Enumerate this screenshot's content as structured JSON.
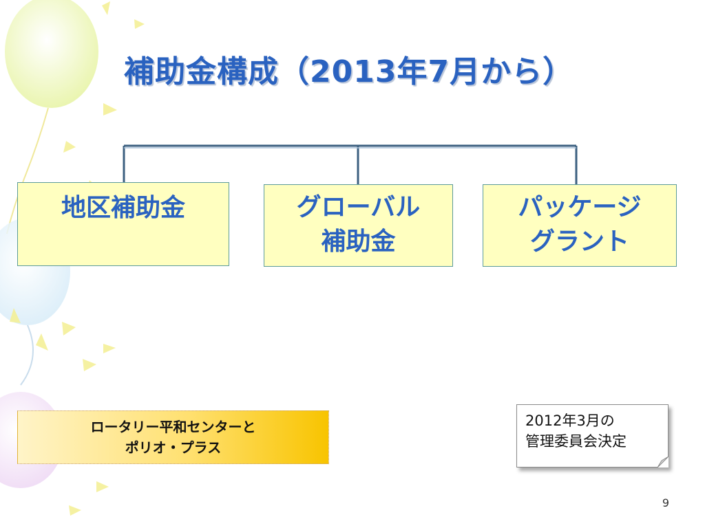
{
  "slide": {
    "title": "補助金構成（2013年7月から）",
    "page_number": "9"
  },
  "diagram": {
    "nodes": [
      {
        "lines": [
          "地区補助金"
        ]
      },
      {
        "lines": [
          "グローバル",
          "補助金"
        ]
      },
      {
        "lines": [
          "パッケージ",
          "グラント"
        ]
      }
    ],
    "callout": {
      "lines": [
        "ロータリー平和センターと",
        "ポリオ・プラス"
      ]
    },
    "note": {
      "lines": [
        "2012年3月の",
        "管理委員会決定"
      ]
    }
  },
  "colors": {
    "title": "#2a62c0",
    "box_fill": "#ffffc0",
    "box_border": "#5a9a9a",
    "connector": "#3c6080",
    "callout_gradient_end": "#f8c400"
  }
}
